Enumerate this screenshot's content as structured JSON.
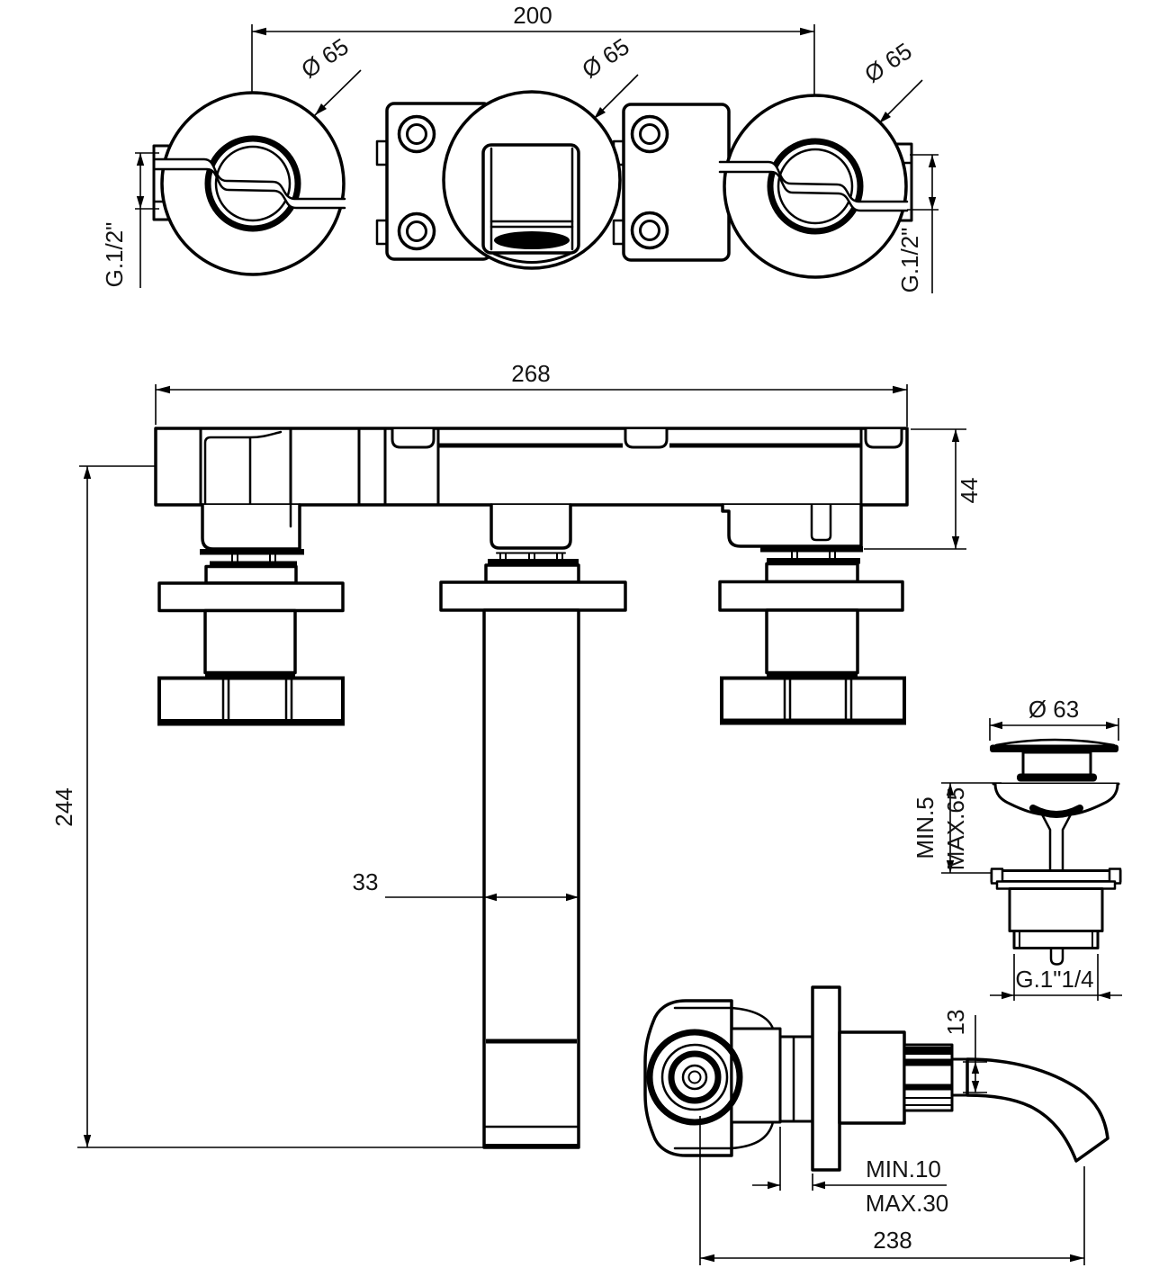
{
  "drawing": {
    "background": "#ffffff",
    "line_color": "#000000",
    "top_view": {
      "dim_spacing": "200",
      "dia_left": "Ø 65",
      "dia_center": "Ø 65",
      "dia_right": "Ø 65",
      "thread_left": "G.1/2\"",
      "thread_right": "G.1/2\""
    },
    "front_view": {
      "dim_width": "268",
      "dim_body_height": "44",
      "dim_total_height": "244",
      "dim_spout_width": "33"
    },
    "drain_detail": {
      "dia_cap": "Ø 63",
      "dim_min": "MIN.5",
      "dim_max": "MAX.65",
      "thread": "G.1\"1/4"
    },
    "side_view": {
      "dim_spout_dia": "13",
      "dim_min": "MIN.10",
      "dim_max": "MAX.30",
      "dim_projection": "238"
    }
  }
}
